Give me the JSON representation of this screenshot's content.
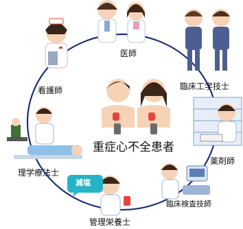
{
  "center": {
    "label": "重症心不全患者"
  },
  "roles": {
    "doctor": "医師",
    "nurse": "看護師",
    "clinical_engineer": "臨床工学技士",
    "physiotherapist": "理学療法士",
    "pharmacist": "薬剤師",
    "lab_technician": "臨床検査技師",
    "dietitian": "管理栄養士"
  },
  "dietitian_sign": "減塩",
  "colors": {
    "ring": "#1d2f7a",
    "accent_red": "#e8443c",
    "skin": "#f6d3b6"
  }
}
